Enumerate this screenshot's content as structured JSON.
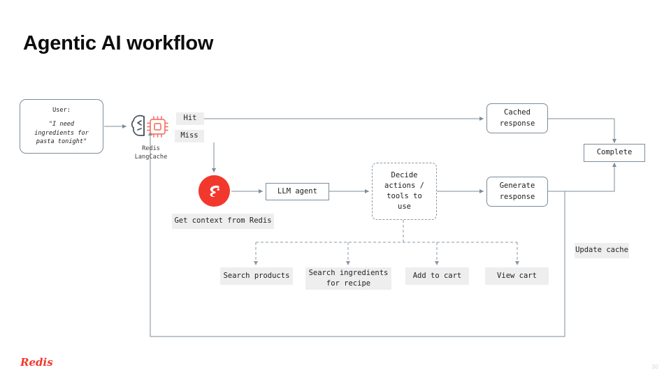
{
  "slide": {
    "title": "Agentic AI workflow",
    "page_number": "30",
    "brand": "Redis",
    "accent_color": "#f2382c",
    "line_color": "#7d8c99",
    "chip_bg": "#eeeeee"
  },
  "user_input": {
    "name": "user-query-box",
    "label": "User:",
    "quote": "\"I need\ningredients for\npasta tonight\""
  },
  "langcache": {
    "caption": "Redis\nLangCache",
    "icon_brain": "brain-icon",
    "icon_chip": "chip-icon"
  },
  "branches": {
    "hit": "Hit",
    "miss": "Miss"
  },
  "nodes": {
    "cached_response": "Cached\nresponse",
    "complete": "Complete",
    "redis_logo": "redis-logo-icon",
    "get_context": "Get context from Redis",
    "llm_agent": "LLM agent",
    "decide": "Decide\nactions /\ntools to\nuse",
    "generate_response": "Generate\nresponse",
    "update_cache": "Update cache"
  },
  "tools": [
    {
      "label": "Search products"
    },
    {
      "label": "Search ingredients\nfor recipe"
    },
    {
      "label": "Add to cart"
    },
    {
      "label": "View cart"
    }
  ]
}
